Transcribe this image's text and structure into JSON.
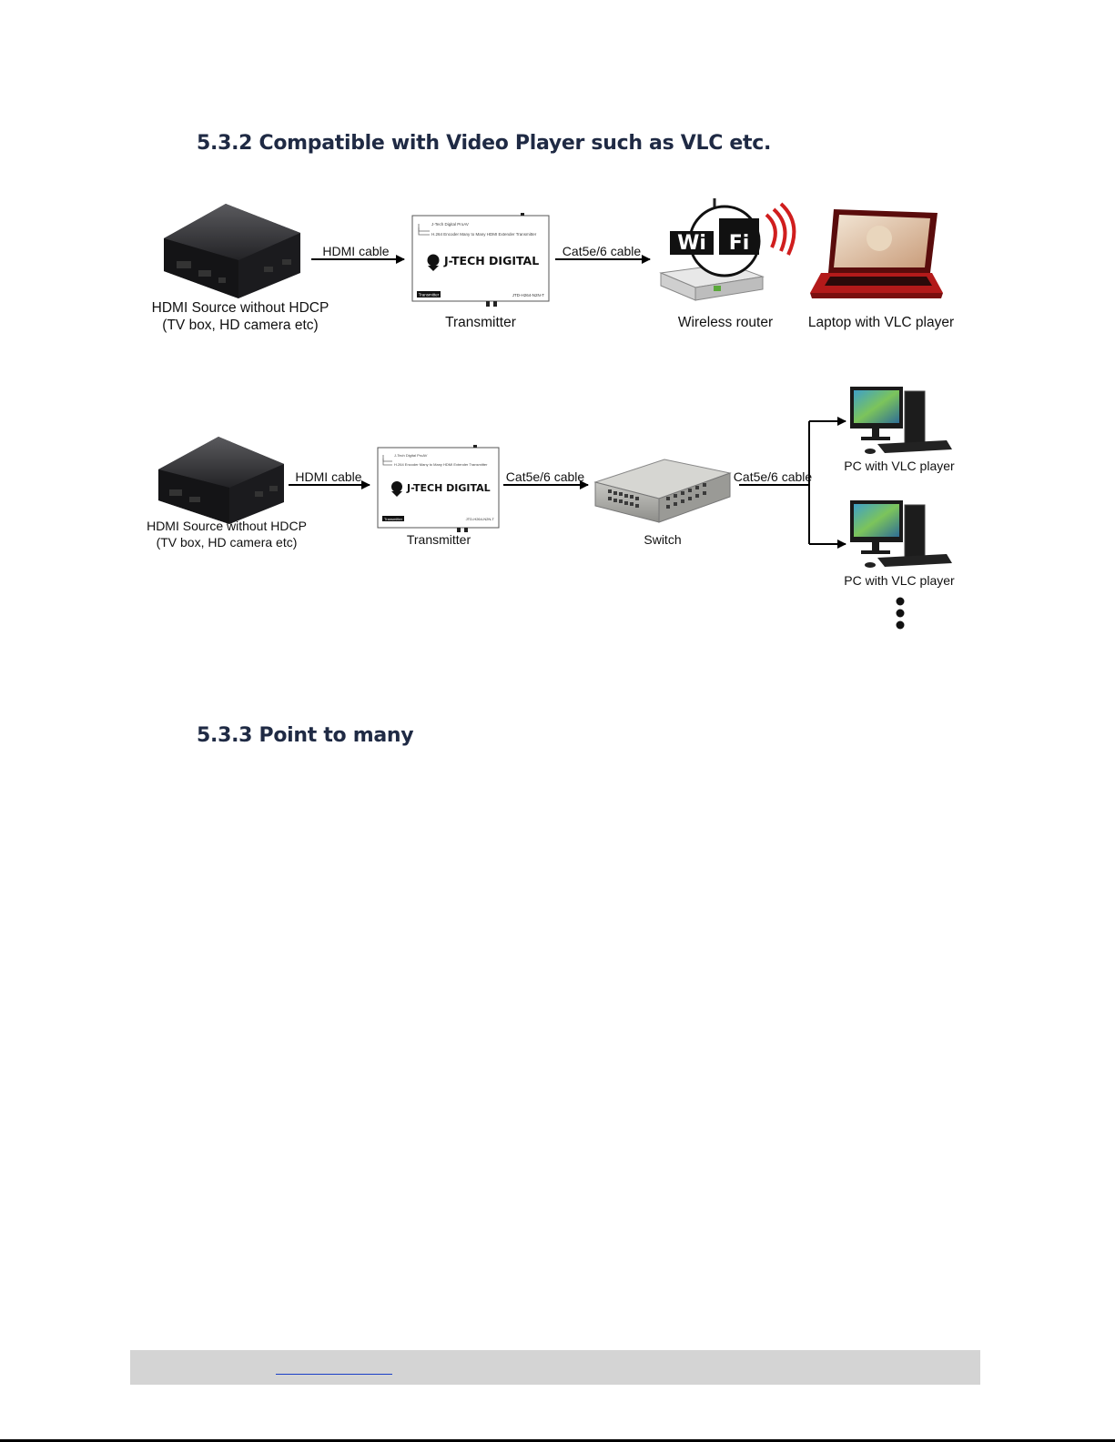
{
  "sections": {
    "s532_title": "5.3.2 Compatible with Video Player such as VLC etc.",
    "s533_title": "5.3.3 Point to many"
  },
  "diagram1": {
    "source_line1": "HDMI Source without HDCP",
    "source_line2": "(TV box, HD camera etc)",
    "cable1": "HDMI cable",
    "transmitter": "Transmitter",
    "cable2": "Cat5e/6 cable",
    "router": "Wireless router",
    "laptop": "Laptop with VLC player"
  },
  "diagram2": {
    "source_line1": "HDMI Source without HDCP",
    "source_line2": "(TV box, HD camera etc)",
    "cable1": "HDMI cable",
    "transmitter": "Transmitter",
    "cable2": "Cat5e/6 cable",
    "switch": "Switch",
    "cable3": "Cat5e/6 cable",
    "pc1": "PC with VLC player",
    "pc2": "PC with VLC player"
  },
  "device": {
    "brand": "J-TECH DIGITAL",
    "line1": "J-Tech Digital ProAV",
    "line2": "H.264 Encoder Many to Many HDMI Extender Transmitter",
    "badge": "Transmitter",
    "model": "JTD-H264-N2N-T"
  },
  "wifi_logo": {
    "left": "Wi",
    "right": "Fi"
  },
  "footer": {
    "link_text": ""
  },
  "colors": {
    "heading": "#1f2a44",
    "footer_bg": "#d4d4d4",
    "link": "#1a3fc7"
  }
}
